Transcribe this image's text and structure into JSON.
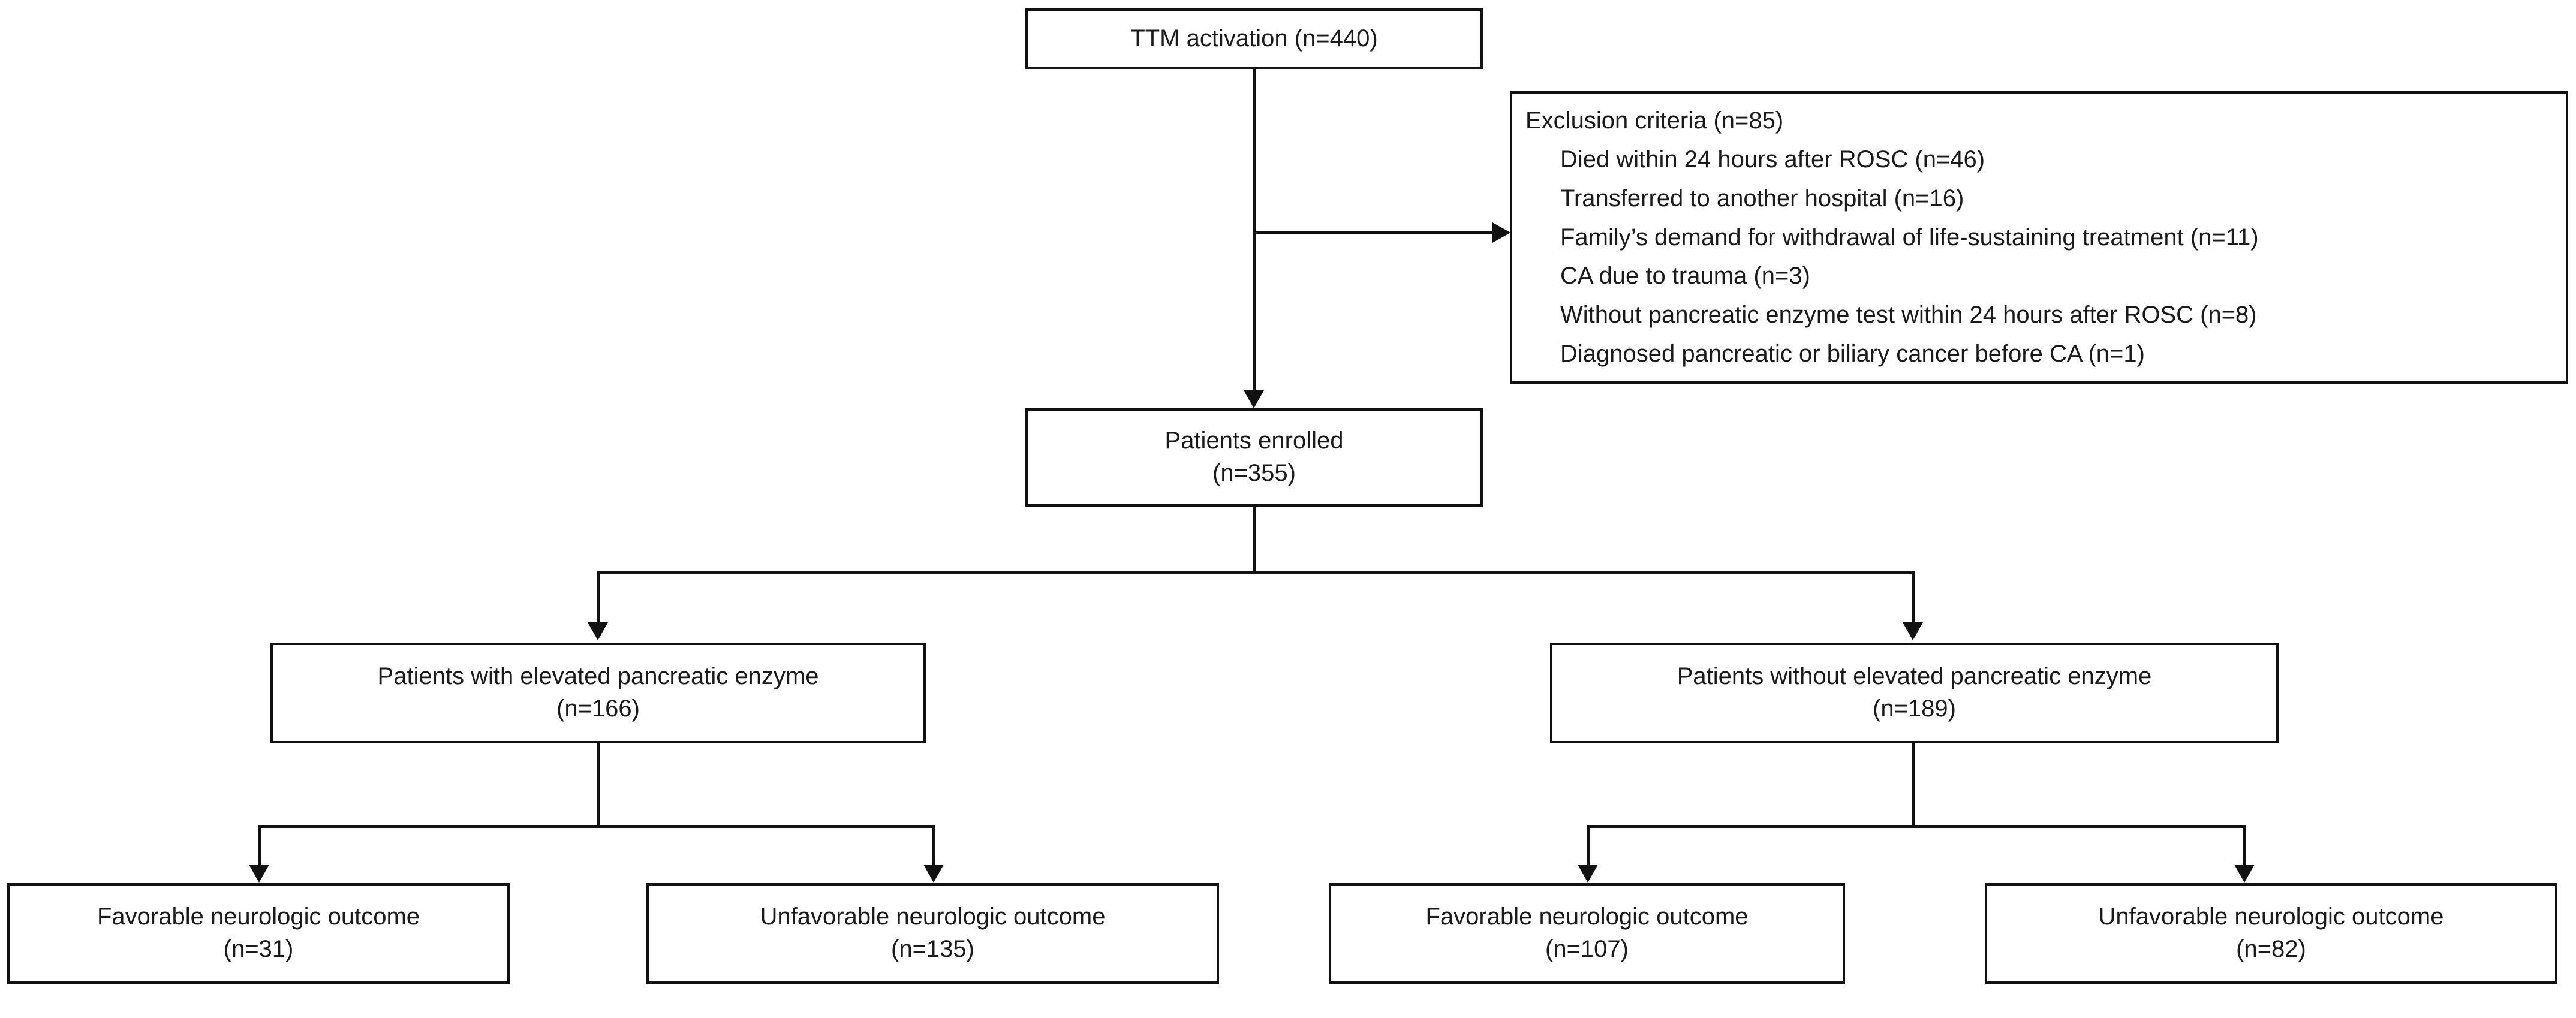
{
  "figure": {
    "type": "flowchart",
    "title": "Study patient enrollment flow diagram"
  },
  "nodes": {
    "ttm_activation": {
      "label": "TTM activation",
      "count": "(n=440)",
      "line": "TTM activation (n=440)"
    },
    "exclusion": {
      "header": "Exclusion criteria (n=85)",
      "items": [
        "Died within 24 hours after ROSC (n=46)",
        "Transferred to another hospital (n=16)",
        "Family’s demand for withdrawal of life-sustaining treatment (n=11)",
        "CA due to trauma (n=3)",
        "Without pancreatic enzyme test within 24 hours after ROSC (n=8)",
        "Diagnosed pancreatic or biliary cancer before CA (n=1)"
      ]
    },
    "enrolled": {
      "label": "Patients enrolled",
      "count": "(n=355)"
    },
    "elevated": {
      "label": "Patients with elevated pancreatic enzyme",
      "count": "(n=166)"
    },
    "not_elevated": {
      "label": "Patients without elevated pancreatic enzyme",
      "count": "(n=189)"
    },
    "elevated_favorable": {
      "label": "Favorable neurologic outcome",
      "count": "(n=31)"
    },
    "elevated_unfavorable": {
      "label": "Unfavorable neurologic outcome",
      "count": "(n=135)"
    },
    "not_elevated_favorable": {
      "label": "Favorable neurologic outcome",
      "count": "(n=107)"
    },
    "not_elevated_unfavorable": {
      "label": "Unfavorable neurologic outcome",
      "count": "(n=82)"
    }
  },
  "chart_data": {
    "type": "flowchart",
    "title": "Study patient enrollment flow diagram",
    "levels": [
      {
        "level": 0,
        "nodes": [
          {
            "id": "ttm_activation",
            "text": "TTM activation (n=440)",
            "n": 440
          }
        ]
      },
      {
        "level": 1,
        "nodes": [
          {
            "id": "enrolled",
            "text": "Patients enrolled (n=355)",
            "n": 355
          }
        ]
      },
      {
        "level": 2,
        "nodes": [
          {
            "id": "elevated",
            "text": "Patients with elevated pancreatic enzyme (n=166)",
            "n": 166
          },
          {
            "id": "not_elevated",
            "text": "Patients without elevated pancreatic enzyme (n=189)",
            "n": 189
          }
        ]
      },
      {
        "level": 3,
        "nodes": [
          {
            "id": "elevated_favorable",
            "text": "Favorable neurologic outcome (n=31)",
            "n": 31
          },
          {
            "id": "elevated_unfavorable",
            "text": "Unfavorable neurologic outcome (n=135)",
            "n": 135
          },
          {
            "id": "not_elevated_favorable",
            "text": "Favorable neurologic outcome (n=107)",
            "n": 107
          },
          {
            "id": "not_elevated_unfavorable",
            "text": "Unfavorable neurologic outcome (n=82)",
            "n": 82
          }
        ]
      }
    ],
    "side_nodes": [
      {
        "id": "exclusion",
        "attached_to": "ttm_activation",
        "n": 85,
        "text": "Exclusion criteria (n=85)",
        "breakdown": [
          {
            "reason": "Died within 24 hours after ROSC",
            "n": 46
          },
          {
            "reason": "Transferred to another hospital",
            "n": 16
          },
          {
            "reason": "Family’s demand for withdrawal of life-sustaining treatment",
            "n": 11
          },
          {
            "reason": "CA due to trauma",
            "n": 3
          },
          {
            "reason": "Without pancreatic enzyme test within 24 hours after ROSC",
            "n": 8
          },
          {
            "reason": "Diagnosed pancreatic or biliary cancer before CA",
            "n": 1
          }
        ]
      }
    ],
    "edges": [
      {
        "from": "ttm_activation",
        "to": "exclusion",
        "style": "arrow-right"
      },
      {
        "from": "ttm_activation",
        "to": "enrolled",
        "style": "arrow-down"
      },
      {
        "from": "enrolled",
        "to": "elevated",
        "style": "arrow-down"
      },
      {
        "from": "enrolled",
        "to": "not_elevated",
        "style": "arrow-down"
      },
      {
        "from": "elevated",
        "to": "elevated_favorable",
        "style": "arrow-down"
      },
      {
        "from": "elevated",
        "to": "elevated_unfavorable",
        "style": "arrow-down"
      },
      {
        "from": "not_elevated",
        "to": "not_elevated_favorable",
        "style": "arrow-down"
      },
      {
        "from": "not_elevated",
        "to": "not_elevated_unfavorable",
        "style": "arrow-down"
      }
    ],
    "colors": {
      "stroke": "#111111",
      "background": "#ffffff",
      "text": "#1a1a1a"
    }
  }
}
